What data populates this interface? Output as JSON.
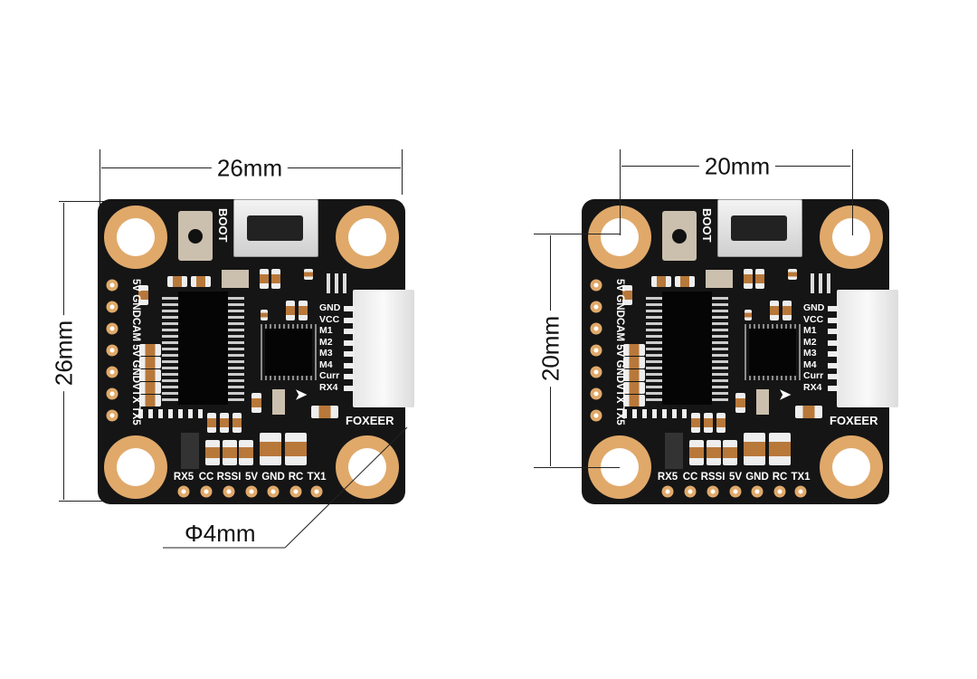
{
  "dimensions": {
    "left_width": "26mm",
    "left_height": "26mm",
    "hole_diameter": "Φ4mm",
    "right_width": "20mm",
    "right_height": "20mm"
  },
  "board": {
    "boot_label": "BOOT",
    "brand": "FOXEER",
    "left_pads_label": "5V GNDCAM 5V GNDVTX TX5",
    "right_labels": [
      "GND",
      "VCC",
      "M1",
      "M2",
      "M3",
      "M4",
      "Curr",
      "RX4"
    ],
    "bottom_labels": [
      "RX5",
      "CC",
      "RSSI",
      "5V",
      "GND",
      "RC",
      "TX1"
    ],
    "colors": {
      "pcb": "#151515",
      "copper": "#e0a96a"
    }
  }
}
